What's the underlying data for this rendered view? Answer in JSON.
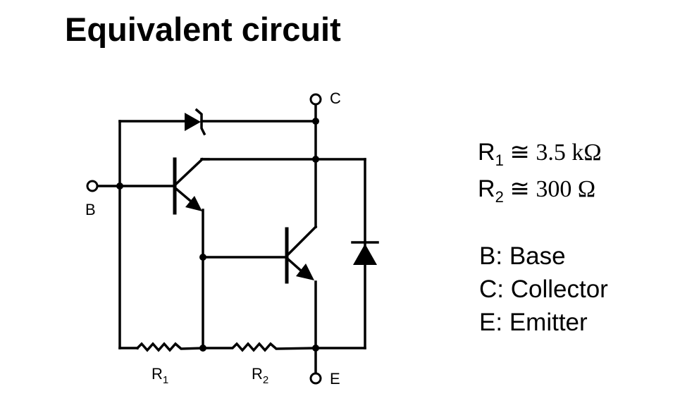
{
  "title": "Equivalent circuit",
  "terminals": {
    "base": "B",
    "collector": "C",
    "emitter": "E"
  },
  "resistors": [
    {
      "name": "R",
      "index": "1",
      "approx": "≅",
      "value": "3.5 kΩ"
    },
    {
      "name": "R",
      "index": "2",
      "approx": "≅",
      "value": "300 Ω"
    }
  ],
  "legend": [
    {
      "key": "B:",
      "label": "Base"
    },
    {
      "key": "C:",
      "label": "Collector"
    },
    {
      "key": "E:",
      "label": "Emitter"
    }
  ],
  "components": [
    "zener-diode",
    "driver-npn-transistor",
    "output-npn-transistor",
    "freewheel-diode",
    "resistor-r1",
    "resistor-r2"
  ]
}
